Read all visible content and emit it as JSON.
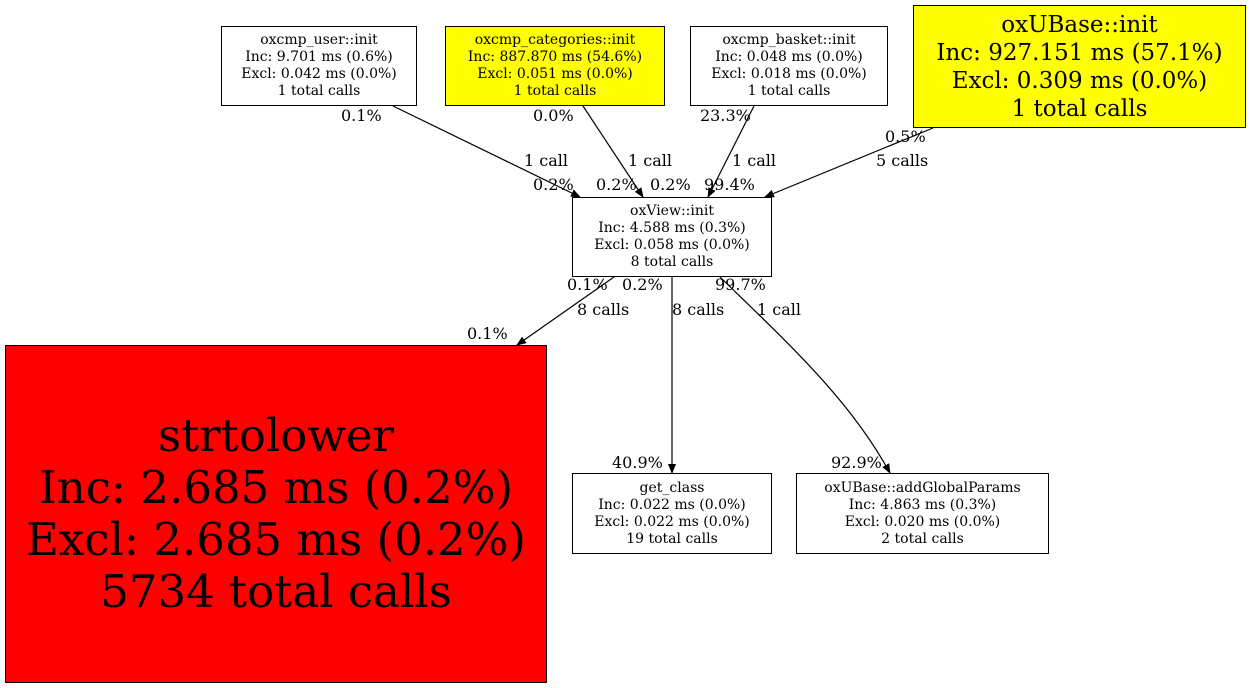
{
  "colors": {
    "hot": "#ff0000",
    "warm": "#ffff00",
    "cool": "#ffffff",
    "line": "#000000"
  },
  "nodes": {
    "user_init": {
      "name": "oxcmp_user::init",
      "inc": "Inc: 9.701 ms (0.6%)",
      "excl": "Excl: 0.042 ms (0.0%)",
      "calls": "1 total calls",
      "fill": "#ffffff"
    },
    "categories_init": {
      "name": "oxcmp_categories::init",
      "inc": "Inc: 887.870 ms (54.6%)",
      "excl": "Excl: 0.051 ms (0.0%)",
      "calls": "1 total calls",
      "fill": "#ffff00"
    },
    "basket_init": {
      "name": "oxcmp_basket::init",
      "inc": "Inc: 0.048 ms (0.0%)",
      "excl": "Excl: 0.018 ms (0.0%)",
      "calls": "1 total calls",
      "fill": "#ffffff"
    },
    "oxubase_init": {
      "name": "oxUBase::init",
      "inc": "Inc: 927.151 ms (57.1%)",
      "excl": "Excl: 0.309 ms (0.0%)",
      "calls": "1 total calls",
      "fill": "#ffff00"
    },
    "oxview_init": {
      "name": "oxView::init",
      "inc": "Inc: 4.588 ms (0.3%)",
      "excl": "Excl: 0.058 ms (0.0%)",
      "calls": "8 total calls",
      "fill": "#ffffff"
    },
    "strtolower": {
      "name": "strtolower",
      "inc": "Inc: 2.685 ms (0.2%)",
      "excl": "Excl: 2.685 ms (0.2%)",
      "calls": "5734 total calls",
      "fill": "#ff0000"
    },
    "get_class": {
      "name": "get_class",
      "inc": "Inc: 0.022 ms (0.0%)",
      "excl": "Excl: 0.022 ms (0.0%)",
      "calls": "19 total calls",
      "fill": "#ffffff"
    },
    "add_global_params": {
      "name": "oxUBase::addGlobalParams",
      "inc": "Inc: 4.863 ms (0.3%)",
      "excl": "Excl: 0.020 ms (0.0%)",
      "calls": "2 total calls",
      "fill": "#ffffff"
    }
  },
  "edges": {
    "user_to_view": {
      "from": "oxcmp_user::init",
      "to": "oxView::init",
      "tail": "0.1%",
      "calls": "1 call",
      "head": "0.2%"
    },
    "categories_to_view": {
      "from": "oxcmp_categories::init",
      "to": "oxView::init",
      "tail": "0.0%",
      "calls": "1 call",
      "head": "0.2%"
    },
    "basket_to_view": {
      "from": "oxcmp_basket::init",
      "to": "oxView::init",
      "tail": "23.3%",
      "calls": "1 call",
      "head": "0.2%"
    },
    "oxubase_to_view": {
      "from": "oxUBase::init",
      "to": "oxView::init",
      "tail": "0.5%",
      "calls": "5 calls",
      "head": "99.4%"
    },
    "view_to_strtolower": {
      "from": "oxView::init",
      "to": "strtolower",
      "tail": "0.1%",
      "calls": "8 calls",
      "head": "0.1%"
    },
    "view_to_get_class": {
      "from": "oxView::init",
      "to": "get_class",
      "tail": "0.2%",
      "calls": "8 calls",
      "head": "40.9%"
    },
    "view_to_add_global_params": {
      "from": "oxView::init",
      "to": "oxUBase::addGlobalParams",
      "tail": "99.7%",
      "calls": "1 call",
      "head": "92.9%"
    }
  }
}
